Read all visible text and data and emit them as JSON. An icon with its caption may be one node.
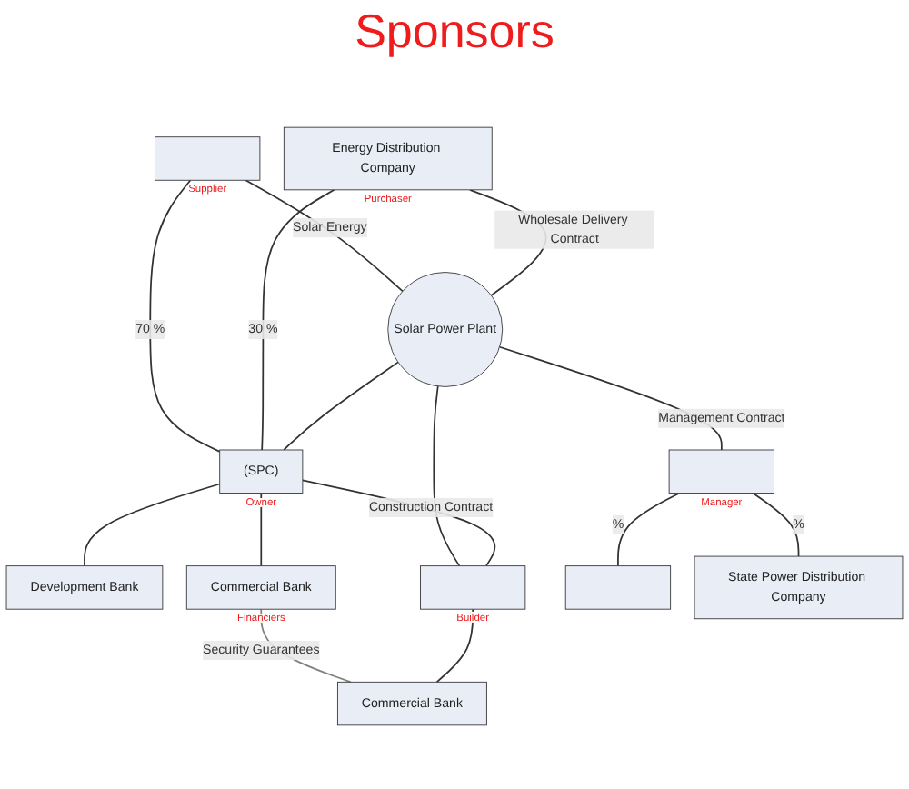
{
  "diagram": {
    "title": "Sponsors",
    "nodes": [
      {
        "text": [],
        "shape": "box",
        "beside": [
          "Supplier"
        ]
      },
      {
        "text": [
          "Energy Distribution Company"
        ],
        "beside": [
          "Purchaser"
        ]
      },
      {
        "text": [
          "(SPC)"
        ],
        "beside": [
          "Owner"
        ]
      },
      {
        "text": [
          "Development Bank"
        ]
      },
      {
        "text": [
          "Commercial Bank"
        ],
        "beside": [
          "Financiers"
        ]
      },
      {
        "text": [
          "Solar Power Plant"
        ]
      },
      {
        "text": [],
        "shape": "box",
        "beside": [
          "Builder"
        ]
      },
      {
        "text": [
          "Commercial Bank"
        ]
      },
      {
        "text": [],
        "shape": "box",
        "beside": [
          "Manager"
        ]
      },
      {
        "text": [],
        "shape": "box"
      },
      {
        "text": [
          "State Power Distribution Company"
        ]
      }
    ],
    "edges": [
      {
        "from": 0,
        "to": 5,
        "arrow": "none",
        "label": "Solar Energy"
      },
      {
        "from": 0,
        "to": 2,
        "arrow": "none",
        "label": "70 %"
      },
      {
        "from": 1,
        "to": 5,
        "arrow": "none",
        "label": "Wholesale Delivery Contract"
      },
      {
        "from": 1,
        "to": 2,
        "arrow": "none",
        "label": "30 %"
      },
      {
        "from": 2,
        "to": 3,
        "arrow": "none"
      },
      {
        "from": 2,
        "to": 4,
        "arrow": "none"
      },
      {
        "from": 5,
        "to": 2,
        "arrow": "none"
      },
      {
        "from": 5,
        "to": 6,
        "arrow": "none"
      },
      {
        "from": 2,
        "to": 6,
        "arrow": "none",
        "label": "Construction Contract"
      },
      {
        "from": 4,
        "to": 7,
        "arrow": "none",
        "label": "Security Guarantees",
        "color": "#808080"
      },
      {
        "from": 6,
        "to": 7,
        "arrow": "none"
      },
      {
        "from": 5,
        "to": 8,
        "arrow": "none",
        "label": "Management Contract"
      },
      {
        "from": 8,
        "to": 9,
        "arrow": "none",
        "label": "%"
      },
      {
        "from": 8,
        "to": 10,
        "arrow": "none",
        "label": "%"
      }
    ]
  }
}
